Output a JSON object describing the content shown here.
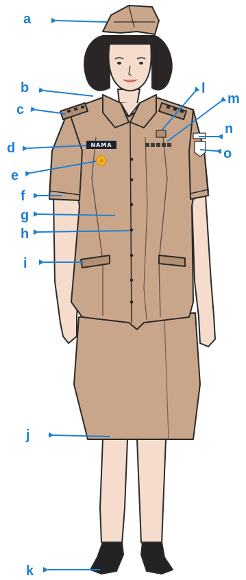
{
  "labels": [
    "a",
    "b",
    "c",
    "d",
    "e",
    "f",
    "g",
    "h",
    "i",
    "j",
    "k",
    "l",
    "m",
    "n",
    "o"
  ],
  "name_tag_text": "NAMA",
  "colors": {
    "label_blue": "#1f7fd0",
    "uniform_khaki": "#c9a68a",
    "uniform_shadow": "#b28f73",
    "outline": "#2a2a2a",
    "skin": "#f6dccd",
    "hair": "#2b2626",
    "shoe": "#222222",
    "name_tag_bg": "#1c2230",
    "badge_gold": "#f2b526"
  }
}
